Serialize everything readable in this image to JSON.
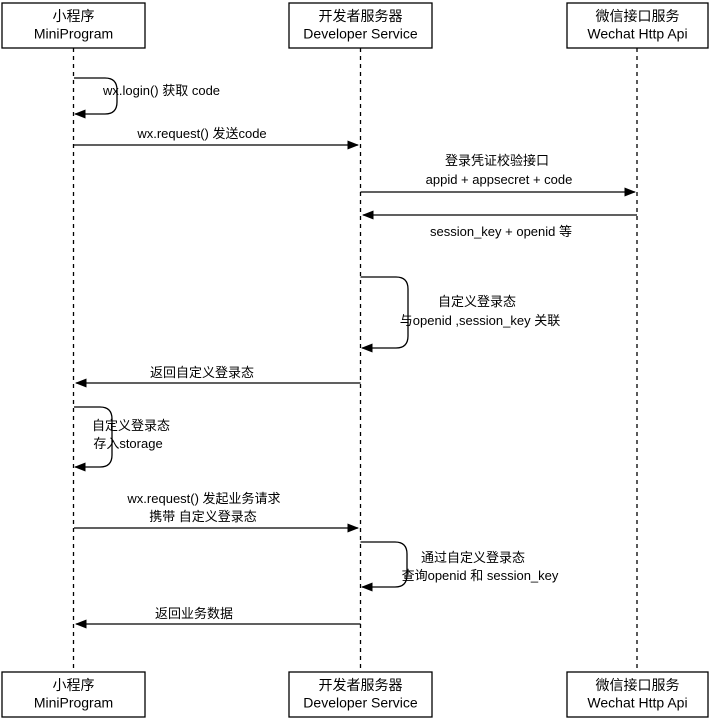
{
  "colors": {
    "background": "#ffffff",
    "line": "#000000",
    "text": "#000000"
  },
  "participants": [
    {
      "id": "miniprogram",
      "line1": "小程序",
      "line2": "MiniProgram"
    },
    {
      "id": "developer-service",
      "line1": "开发者服务器",
      "line2": "Developer Service"
    },
    {
      "id": "wechat-api",
      "line1": "微信接口服务",
      "line2": "Wechat Http Api"
    }
  ],
  "messages": [
    {
      "kind": "self-message",
      "actor": "miniprogram",
      "lines": [
        "wx.login() 获取 code"
      ]
    },
    {
      "kind": "arrow",
      "from": "miniprogram",
      "to": "developer-service",
      "lines": [
        "wx.request() 发送code"
      ]
    },
    {
      "kind": "arrow",
      "from": "developer-service",
      "to": "wechat-api",
      "lines": [
        "登录凭证校验接口",
        "appid + appsecret + code"
      ]
    },
    {
      "kind": "arrow",
      "from": "wechat-api",
      "to": "developer-service",
      "lines": [
        "session_key + openid 等"
      ],
      "label_position": "below"
    },
    {
      "kind": "self-message",
      "actor": "developer-service",
      "lines": [
        "自定义登录态",
        "与openid ,session_key 关联"
      ]
    },
    {
      "kind": "arrow",
      "from": "developer-service",
      "to": "miniprogram",
      "lines": [
        "返回自定义登录态"
      ]
    },
    {
      "kind": "self-message",
      "actor": "miniprogram",
      "lines": [
        "自定义登录态",
        "存入storage"
      ]
    },
    {
      "kind": "arrow",
      "from": "miniprogram",
      "to": "developer-service",
      "lines": [
        "wx.request() 发起业务请求",
        "携带 自定义登录态"
      ]
    },
    {
      "kind": "self-message",
      "actor": "developer-service",
      "lines": [
        "通过自定义登录态",
        "查询openid 和 session_key"
      ]
    },
    {
      "kind": "arrow",
      "from": "developer-service",
      "to": "miniprogram",
      "lines": [
        "返回业务数据"
      ]
    }
  ]
}
